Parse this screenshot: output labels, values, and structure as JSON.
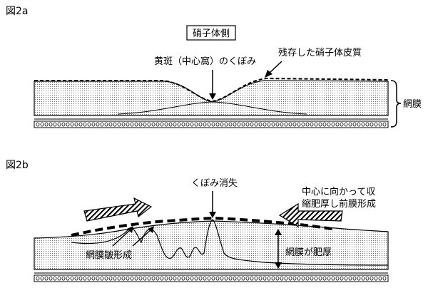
{
  "panel_a": {
    "title": "図2a",
    "vitreous_side": "硝子体側",
    "fovea_pit": "黄斑（中心窩）のくぼみ",
    "residual_cortex": "残存した硝子体皮質",
    "retina": "網膜"
  },
  "panel_b": {
    "title": "図2b",
    "pit_loss": "くぼみ消失",
    "contraction_line1": "中心に向かって収",
    "contraction_line2": "縮肥厚し前膜形成",
    "fold_formation": "網膜皺形成",
    "thickening": "網膜が肥厚"
  },
  "colors": {
    "ink": "#000000",
    "retina_fill": "#d9d9d9",
    "background": "#ffffff"
  }
}
